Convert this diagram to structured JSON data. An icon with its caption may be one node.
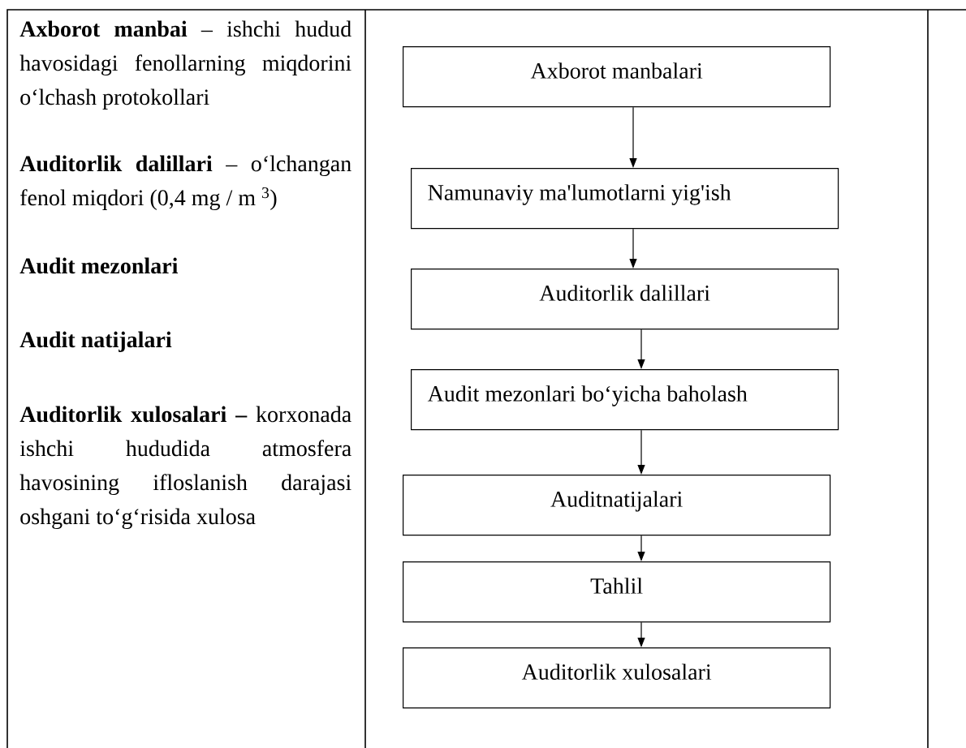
{
  "diagram": {
    "nodes": [
      {
        "text": [
          "Axborot manbalari"
        ]
      },
      {
        "text": [
          "Namunaviy ma'lumotlarni yig'ish"
        ]
      },
      {
        "text": [
          "Auditorlik dalillari"
        ]
      },
      {
        "text": [
          "Audit mezonlari bo‘yicha baholash"
        ]
      },
      {
        "text": [
          "Auditnatijalari"
        ]
      },
      {
        "text": [
          "Tahlil"
        ]
      },
      {
        "text": [
          "Auditorlik xulosalari"
        ]
      }
    ],
    "edges": [
      {
        "from": 0,
        "to": 1,
        "arrow": "to"
      },
      {
        "from": 1,
        "to": 2,
        "arrow": "to"
      },
      {
        "from": 2,
        "to": 3,
        "arrow": "to"
      },
      {
        "from": 3,
        "to": 4,
        "arrow": "to"
      },
      {
        "from": 4,
        "to": 5,
        "arrow": "to"
      },
      {
        "from": 5,
        "to": 6,
        "arrow": "to"
      }
    ],
    "labels": [
      "**Axborot manbai** – ishchi hudud havosidagi fenollarning miqdorini o‘lchash protokollari",
      "**Auditorlik dalillari** – o‘lchangan fenol miqdori (0,4 mg / m $^{3}$)",
      "Audit mezonlari",
      "Audit natijalari",
      "**Auditorlik xulosalari –** korxonada ishchi hududida atmosfera havosining ifloslanish darajasi oshgani to‘g‘risida xulosa"
    ]
  }
}
